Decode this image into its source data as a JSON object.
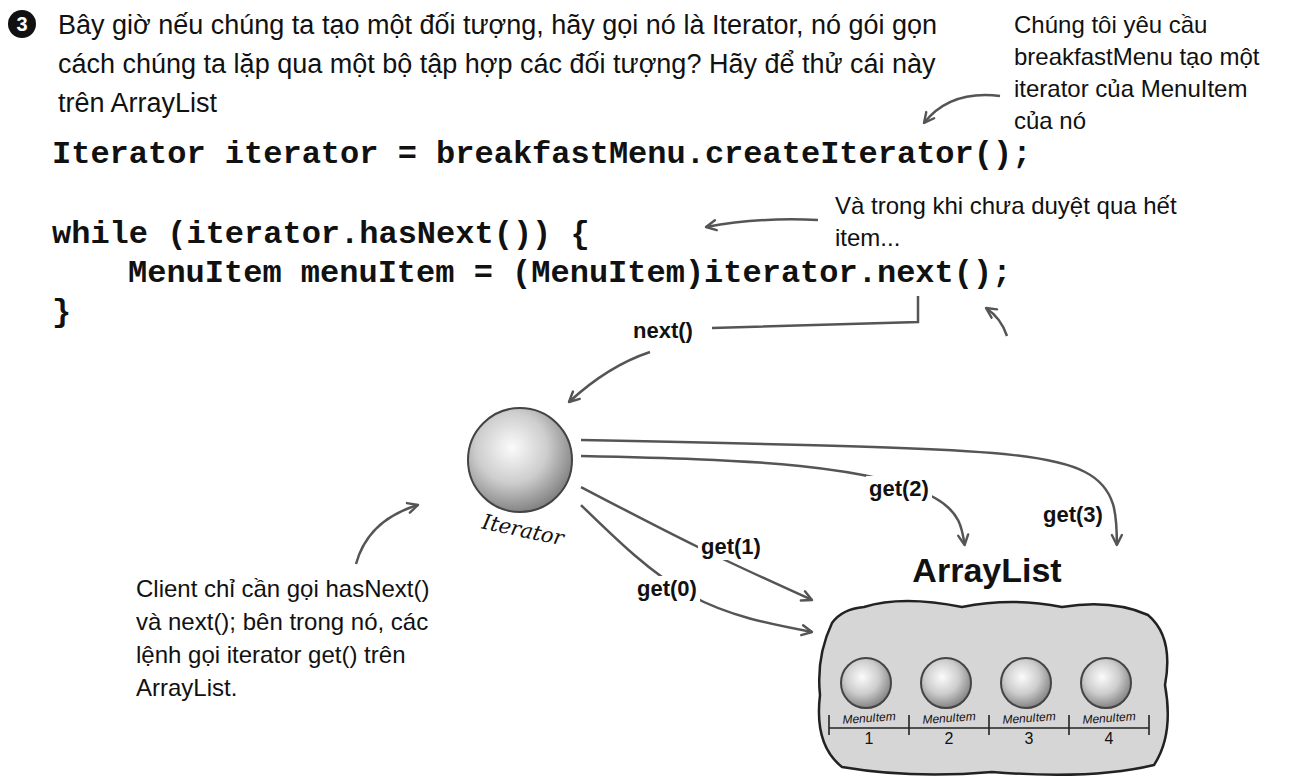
{
  "diagram": {
    "title": "Bây giờ nếu chúng ta tạo một đối tượng, hãy gọi nó là Iterator, nó gói gọn cách chúng ta lặp qua một bộ tập hợp các đối tượng? Hãy để thử cái này trên ArrayList",
    "nodes": [
      {
        "text": [
          "Iterator"
        ]
      },
      {
        "text": [
          "ArrayList"
        ]
      },
      {
        "text": [
          "MenuItem",
          "1"
        ],
        "in": 1
      },
      {
        "text": [
          "MenuItem",
          "2"
        ],
        "in": 1
      },
      {
        "text": [
          "MenuItem",
          "3"
        ],
        "in": 1
      },
      {
        "text": [
          "MenuItem",
          "4"
        ],
        "in": 1
      }
    ],
    "edges": [
      {
        "from": 0,
        "to": 1,
        "label": "get(2)",
        "arrow": "to"
      },
      {
        "from": 0,
        "to": 1,
        "label": "get(3)",
        "arrow": "to"
      },
      {
        "from": 0,
        "to": 1,
        "label": "get(1)",
        "arrow": "to"
      },
      {
        "from": 0,
        "to": 1,
        "label": "get(0)",
        "arrow": "to"
      }
    ],
    "labels": [
      "3",
      "Chúng tôi yêu cầu breakfastMenu tạo một iterator của MenuItem của nó",
      "Iterator iterator = breakfastMenu.createIterator();",
      "while (iterator.hasNext()) {",
      "MenuItem menuItem = (MenuItem)iterator.next();",
      "}",
      "Và trong khi chưa duyệt qua hết item...",
      "next()",
      "Client chỉ cần gọi hasNext() và next(); bên trong nó, các lệnh gọi iterator get() trên ArrayList."
    ]
  }
}
